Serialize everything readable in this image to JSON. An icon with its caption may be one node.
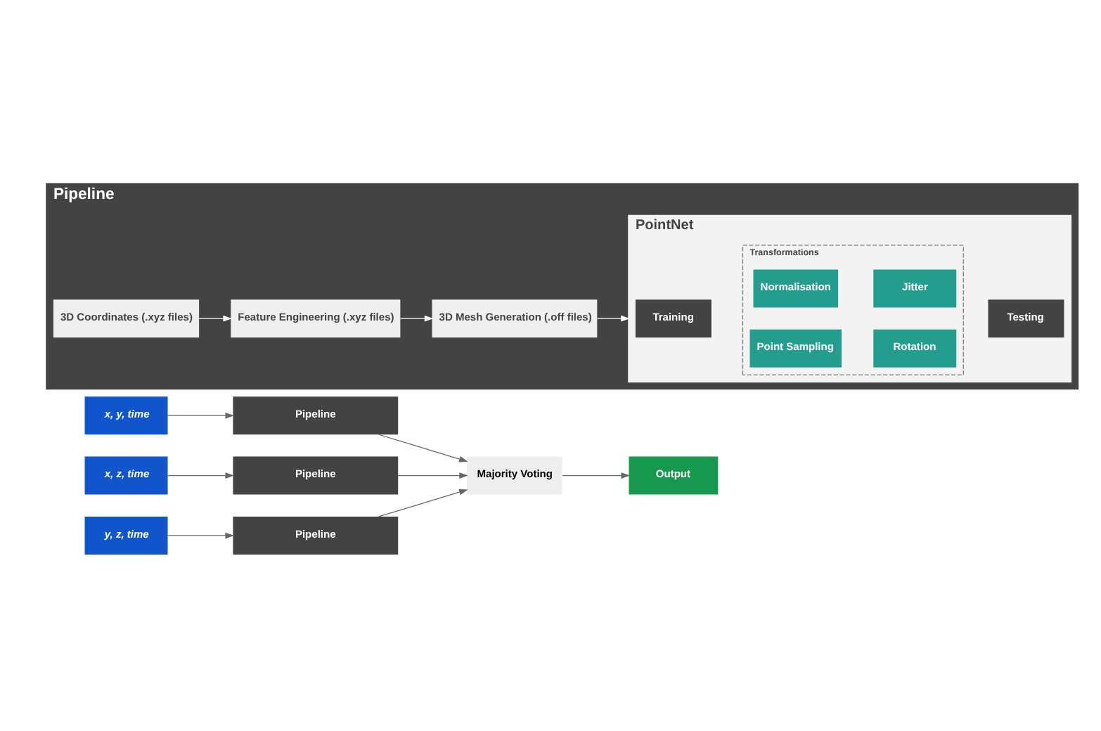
{
  "diagram": {
    "nodes": [
      {
        "text": [
          "x, y, time"
        ]
      },
      {
        "text": [
          "x, z, time"
        ]
      },
      {
        "text": [
          "y, z, time"
        ]
      },
      {
        "text": [
          "Pipeline"
        ]
      },
      {
        "text": [
          "Pipeline"
        ]
      },
      {
        "text": [
          "Pipeline"
        ]
      },
      {
        "text": [
          "Majority Voting"
        ]
      },
      {
        "text": [
          "Output"
        ]
      },
      {
        "text": [
          "Pipeline"
        ]
      },
      {
        "text": [
          "3D Coordinates (.xyz files)"
        ],
        "in": 8
      },
      {
        "text": [
          "Feature Engineering (.xyz files)"
        ],
        "in": 8
      },
      {
        "text": [
          "3D Mesh Generation (.off files)"
        ],
        "in": 8
      },
      {
        "text": [
          "PointNet"
        ],
        "in": 8
      },
      {
        "text": [
          "Training"
        ],
        "in": 12
      },
      {
        "text": [
          "Transformations"
        ],
        "in": 12
      },
      {
        "text": [
          "Normalisation"
        ],
        "in": 14
      },
      {
        "text": [
          "Jitter"
        ],
        "in": 14
      },
      {
        "text": [
          "Point Sampling"
        ],
        "in": 14
      },
      {
        "text": [
          "Rotation"
        ],
        "in": 14
      },
      {
        "text": [
          "Testing"
        ],
        "in": 12
      }
    ],
    "edges": [
      {
        "from": 0,
        "to": 3,
        "arrow": "to"
      },
      {
        "from": 1,
        "to": 4,
        "arrow": "to"
      },
      {
        "from": 2,
        "to": 5,
        "arrow": "to"
      },
      {
        "from": 3,
        "to": 6,
        "arrow": "to"
      },
      {
        "from": 4,
        "to": 6,
        "arrow": "to"
      },
      {
        "from": 5,
        "to": 6,
        "arrow": "to"
      },
      {
        "from": 6,
        "to": 7,
        "arrow": "to"
      },
      {
        "from": 9,
        "to": 10,
        "arrow": "to",
        "color": "#ffffff"
      },
      {
        "from": 10,
        "to": 11,
        "arrow": "to",
        "color": "#ffffff"
      },
      {
        "from": 11,
        "to": 12,
        "arrow": "to",
        "color": "#ffffff"
      }
    ]
  }
}
